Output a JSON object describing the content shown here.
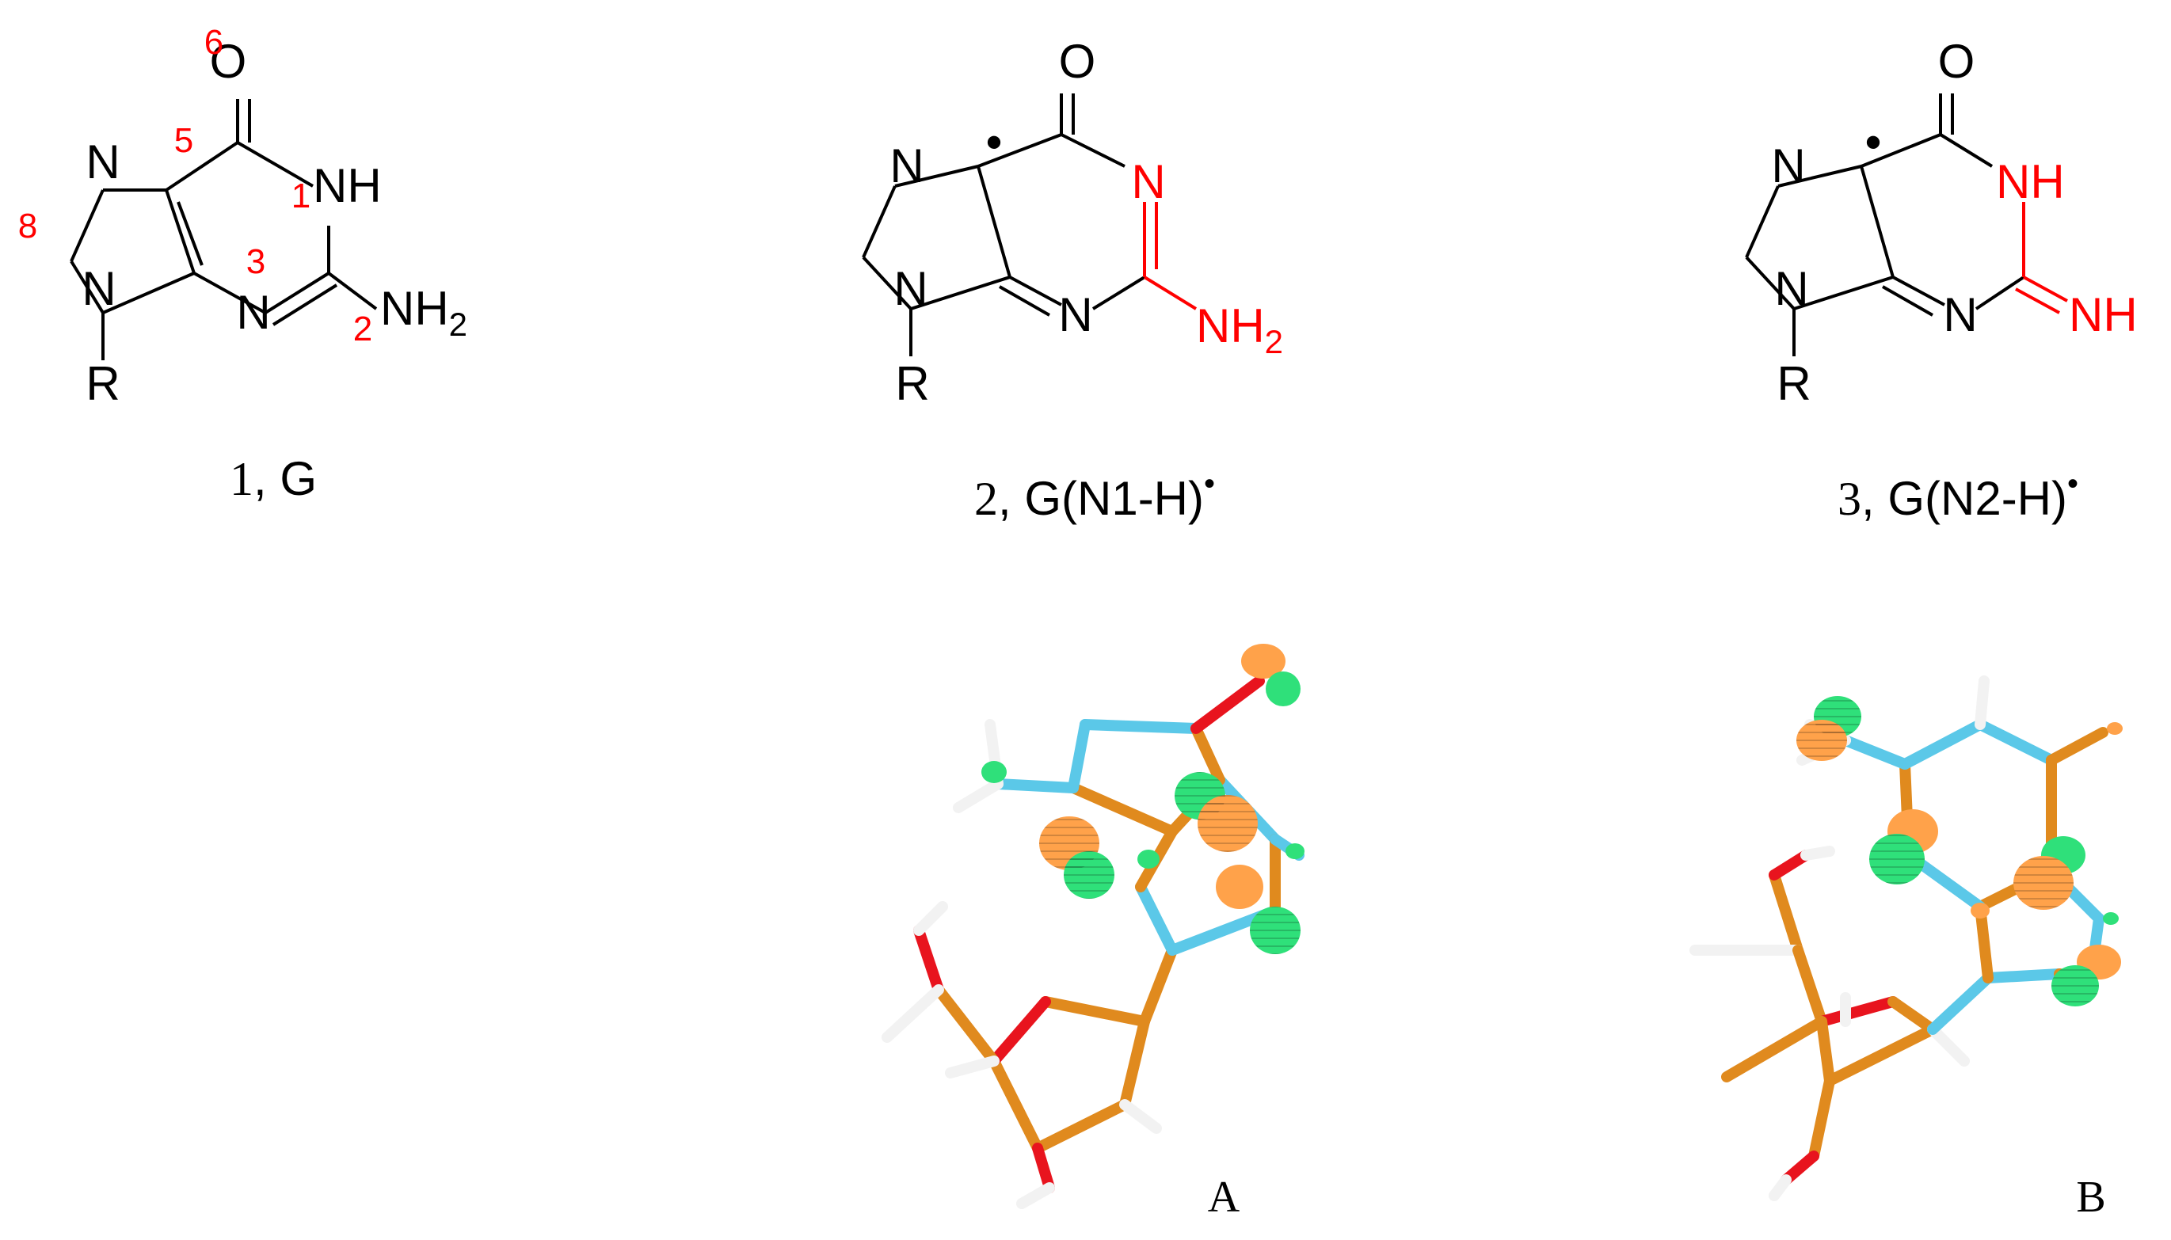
{
  "colors": {
    "black": "#000000",
    "red": "#ff0000",
    "orange_bond": "#e08a1e",
    "blue_bond": "#5bc8e8",
    "red_bond": "#e8141e",
    "white_bond": "#f2f2f2",
    "orange_lobe": "#ffa24a",
    "green_lobe": "#2fe07a"
  },
  "structures": [
    {
      "id": "1",
      "caption_number": "1",
      "caption_text": ", G",
      "radical_superscript": "",
      "atoms": {
        "O": "O",
        "N1": "NH",
        "N2": "NH",
        "N3": "N",
        "N7": "N",
        "N9": "N",
        "R": "R"
      },
      "numbering": [
        "6",
        "5",
        "1",
        "8",
        "3",
        "2"
      ]
    },
    {
      "id": "2",
      "caption_number": "2",
      "caption_text": ", G(N1-H)",
      "radical_superscript": "•",
      "atoms": {
        "O": "O",
        "N1": "N",
        "N2": "NH",
        "N3": "N",
        "N7": "N",
        "N9": "N",
        "R": "R"
      },
      "radical_dot": "•"
    },
    {
      "id": "3",
      "caption_number": "3",
      "caption_text": ", G(N2-H)",
      "radical_superscript": "•",
      "atoms": {
        "O": "O",
        "N1": "NH",
        "N2": "NH",
        "N3": "N",
        "N7": "N",
        "N9": "N",
        "R": "R"
      },
      "radical_dot": "•"
    }
  ],
  "subscript_2": "2",
  "panels": [
    {
      "label": "A",
      "icon": "spin-density-model-A"
    },
    {
      "label": "B",
      "icon": "spin-density-model-B"
    }
  ]
}
